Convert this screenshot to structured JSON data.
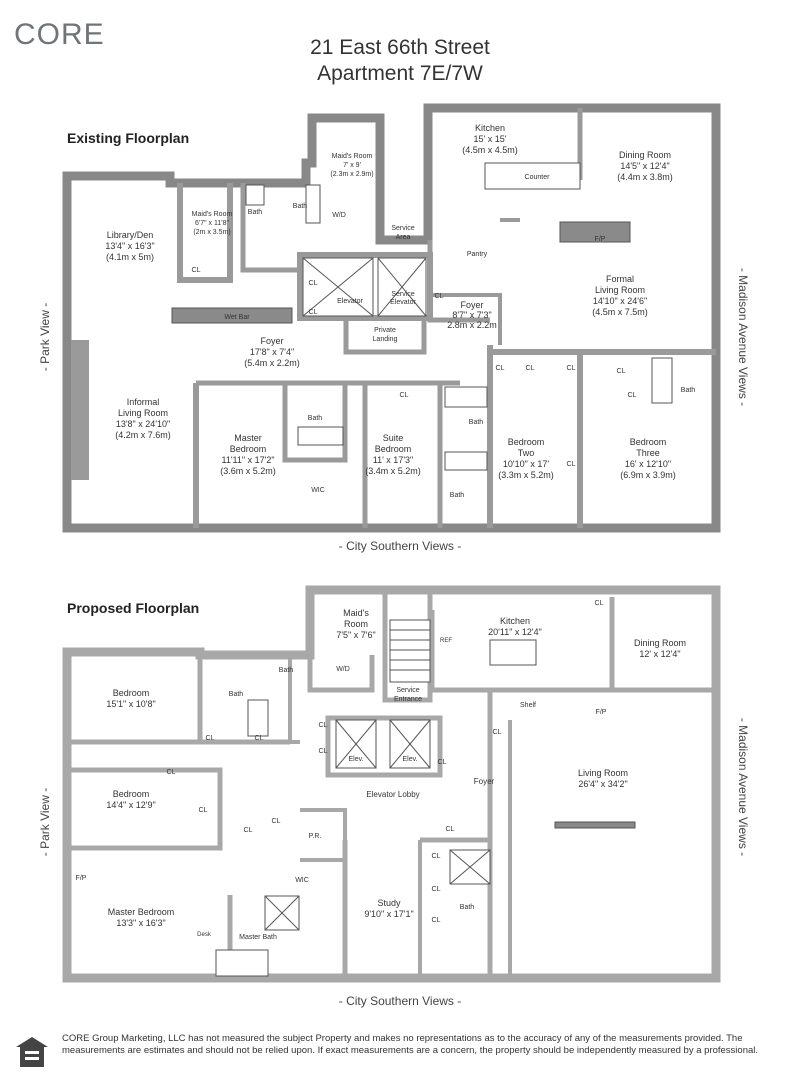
{
  "brand": {
    "logo_text": "CORE",
    "accent": "#6f7478"
  },
  "header": {
    "line1": "21 East 66th Street",
    "line2": "Apartment 7E/7W"
  },
  "existing": {
    "title": "Existing Floorplan",
    "left_label": "- Park View -",
    "right_label": "- Madison Avenue Views -",
    "bottom_label": "- City Southern Views -",
    "rooms": {
      "kitchen": [
        "Kitchen",
        "15' x 15'",
        "(4.5m x 4.5m)"
      ],
      "dining": [
        "Dining Room",
        "14'5\" x 12'4\"",
        "(4.4m x 3.8m)"
      ],
      "counter": [
        "Counter"
      ],
      "maids1": [
        "Maid's Room",
        "7' x 9'",
        "(2.3m x 2.9m)"
      ],
      "maids2": [
        "Maid's Room",
        "6'7\" x 11'8\"",
        "(2m x 3.5m)"
      ],
      "library": [
        "Library/Den",
        "13'4\" x  16'3\"",
        "(4.1m x 5m)"
      ],
      "service_area": [
        "Service",
        "Area"
      ],
      "pantry": [
        "Pantry"
      ],
      "fp": [
        "F/P"
      ],
      "formal": [
        "Formal",
        "Living Room",
        "14'10\" x 24'6\"",
        "(4.5m x 7.5m)"
      ],
      "elevator": [
        "Elevator"
      ],
      "service_elevator": [
        "Service",
        "Elevator"
      ],
      "foyer_small": [
        "Foyer",
        "8'7\" x 7'3\"",
        "2.8m x 2.2m"
      ],
      "private_landing": [
        "Private",
        "Landing"
      ],
      "wet_bar": [
        "Wet Bar"
      ],
      "foyer": [
        "Foyer",
        "17'8\" x 7'4\"",
        "(5.4m x 2.2m)"
      ],
      "informal": [
        "Informal",
        "Living Room",
        "13'8\" x 24'10\"",
        "(4.2m x 7.6m)"
      ],
      "master": [
        "Master",
        "Bedroom",
        "11'11\" x 17'2\"",
        "(3.6m x 5.2m)"
      ],
      "suite": [
        "Suite",
        "Bedroom",
        "11' x 17'3\"",
        "(3.4m x 5.2m)"
      ],
      "bedroom2": [
        "Bedroom",
        "Two",
        "10'10\" x 17'",
        "(3.3m x 5.2m)"
      ],
      "bedroom3": [
        "Bedroom",
        "Three",
        "16' x 12'10\"",
        "(6.9m x 3.9m)"
      ],
      "bath": [
        "Bath"
      ],
      "cl": [
        "CL"
      ],
      "wd": [
        "W/D"
      ],
      "wic": [
        "WIC"
      ]
    }
  },
  "proposed": {
    "title": "Proposed Floorplan",
    "left_label": "- Park View -",
    "right_label": "- Madison Avenue Views -",
    "bottom_label": "- City Southern Views -",
    "rooms": {
      "maids": [
        "Maid's",
        "Room",
        "7'5\" x 7'6\""
      ],
      "kitchen": [
        "Kitchen",
        "20'11\" x 12'4\""
      ],
      "dining": [
        "Dining Room",
        "12' x 12'4\""
      ],
      "bedroom1": [
        "Bedroom",
        "15'1\" x 10'8\""
      ],
      "bedroom2": [
        "Bedroom",
        "14'4\" x 12'9\""
      ],
      "master": [
        "Master Bedroom",
        "13'3\" x 16'3\""
      ],
      "master_bath": [
        "Master Bath"
      ],
      "service_entrance": [
        "Service",
        "Entrance"
      ],
      "elev": [
        "Elev."
      ],
      "elevator_lobby": [
        "Elevator Lobby"
      ],
      "foyer": [
        "Foyer"
      ],
      "living": [
        "Living Room",
        "26'4\" x 34'2\""
      ],
      "shelf": [
        "Shelf"
      ],
      "fp": [
        "F/P"
      ],
      "study": [
        "Study",
        "9'10\" x 17'1\""
      ],
      "pr": [
        "P.R."
      ],
      "wic": [
        "WIC"
      ],
      "desk": [
        "Desk"
      ],
      "ref": [
        "REF"
      ],
      "bath": [
        "Bath"
      ],
      "cl": [
        "CL"
      ],
      "wd": [
        "W/D"
      ]
    }
  },
  "disclaimer": "CORE Group Marketing, LLC has not measured the subject Property and makes no representations as to the accuracy of any of the measurements provided. The measurements are estimates and should not be relied upon. If exact measurements are a concern, the property should be independently measured by a professional.",
  "colors": {
    "wall": "#9a9a9a",
    "wall_dark": "#8a8a8a",
    "fixture": "#555555"
  }
}
